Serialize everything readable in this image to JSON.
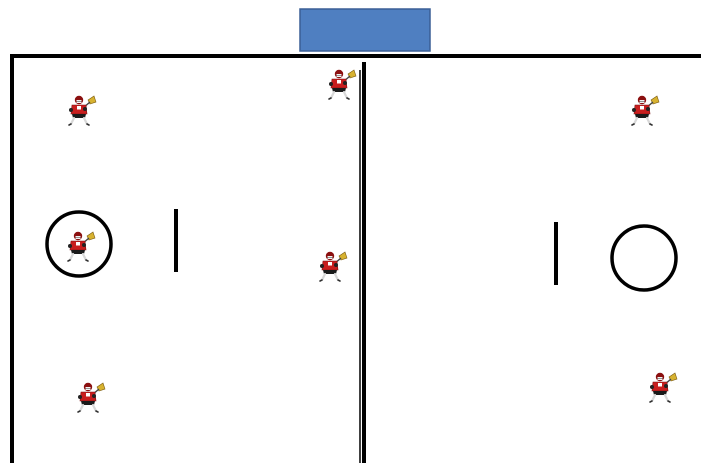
{
  "colors": {
    "background": "#ffffff",
    "lines": "#000000",
    "substitution_box": "#4f7fc1",
    "substitution_box_border": "#3a5f95",
    "jersey": "#c81e1e",
    "jersey_dark": "#7a0f0f",
    "helmet": "#8b1010",
    "stick": "#d7b230"
  },
  "field": {
    "substitution_box": {
      "icon": "rectangle"
    },
    "halves": [
      {
        "side": "left",
        "goal_crease": true,
        "restraining_line": true
      },
      {
        "side": "right",
        "goal_crease": true,
        "restraining_line": true
      }
    ]
  },
  "players": [
    {
      "id": "left-attack-top",
      "half": "left",
      "icon": "lacrosse-player-icon"
    },
    {
      "id": "left-midfield-top",
      "half": "left",
      "icon": "lacrosse-player-icon"
    },
    {
      "id": "left-goalie",
      "half": "left",
      "icon": "lacrosse-player-icon",
      "in_crease": true
    },
    {
      "id": "left-wing",
      "half": "left",
      "icon": "lacrosse-player-icon"
    },
    {
      "id": "left-attack-bottom",
      "half": "left",
      "icon": "lacrosse-player-icon"
    },
    {
      "id": "right-attack-top",
      "half": "right",
      "icon": "lacrosse-player-icon"
    },
    {
      "id": "right-attack-bottom",
      "half": "right",
      "icon": "lacrosse-player-icon"
    }
  ]
}
